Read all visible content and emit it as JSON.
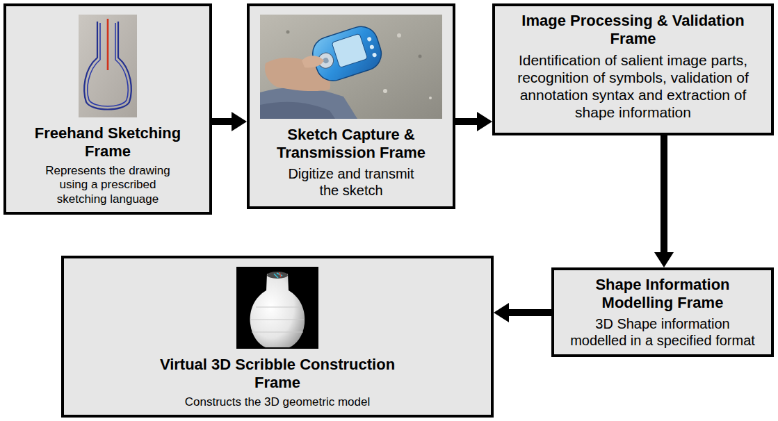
{
  "diagram": {
    "nodes": [
      {
        "text": [
          "Freehand Sketching Frame",
          "Represents the drawing using a prescribed sketching language"
        ]
      },
      {
        "text": [
          "Sketch Capture & Transmission Frame",
          "Digitize and transmit the sketch"
        ]
      },
      {
        "text": [
          "Image Processing & Validation Frame",
          "Identification of salient image parts, recognition of symbols, validation of annotation syntax and extraction of shape information"
        ]
      },
      {
        "text": [
          "Virtual 3D Scribble Construction Frame",
          "Constructs the 3D geometric model"
        ]
      },
      {
        "text": [
          "Shape Information Modelling Frame",
          "3D Shape information modelled in a specified format"
        ]
      }
    ],
    "edges": [
      {
        "from": 0,
        "to": 1,
        "arrow": "to"
      },
      {
        "from": 1,
        "to": 2,
        "arrow": "to"
      },
      {
        "from": 2,
        "to": 4,
        "arrow": "to"
      },
      {
        "from": 4,
        "to": 3,
        "arrow": "to"
      }
    ]
  }
}
